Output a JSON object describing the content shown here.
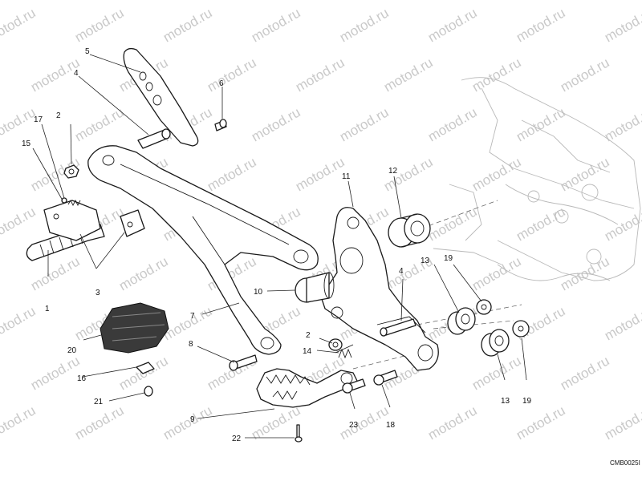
{
  "watermark": "motod.ru",
  "drawing_code": "CMB0025I",
  "labels": [
    "1",
    "2",
    "2",
    "3",
    "4",
    "4",
    "5",
    "6",
    "7",
    "8",
    "9",
    "10",
    "11",
    "12",
    "13",
    "13",
    "14",
    "15",
    "16",
    "17",
    "18",
    "19",
    "19",
    "20",
    "21",
    "22",
    "23"
  ]
}
